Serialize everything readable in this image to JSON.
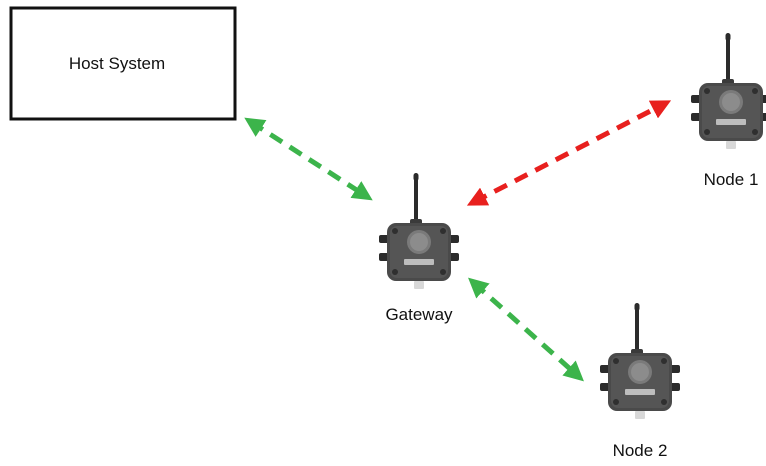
{
  "host": {
    "label": "Host System"
  },
  "devices": {
    "gateway": {
      "label": "Gateway"
    },
    "node1": {
      "label": "Node 1"
    },
    "node2": {
      "label": "Node 2"
    }
  },
  "links": [
    {
      "from": "host-system",
      "to": "gateway",
      "status": "ok",
      "color": "#3cb44b"
    },
    {
      "from": "gateway",
      "to": "node-1",
      "status": "error",
      "color": "#e8201e"
    },
    {
      "from": "gateway",
      "to": "node-2",
      "status": "ok",
      "color": "#3cb44b"
    }
  ],
  "colors": {
    "link_ok": "#3cb44b",
    "link_error": "#e8201e",
    "device_body": "#4a4a4a",
    "device_dark": "#2b2b2b",
    "device_label_plate": "#bdbdbd"
  },
  "icons": {
    "device": "wireless-radio-node-icon"
  }
}
